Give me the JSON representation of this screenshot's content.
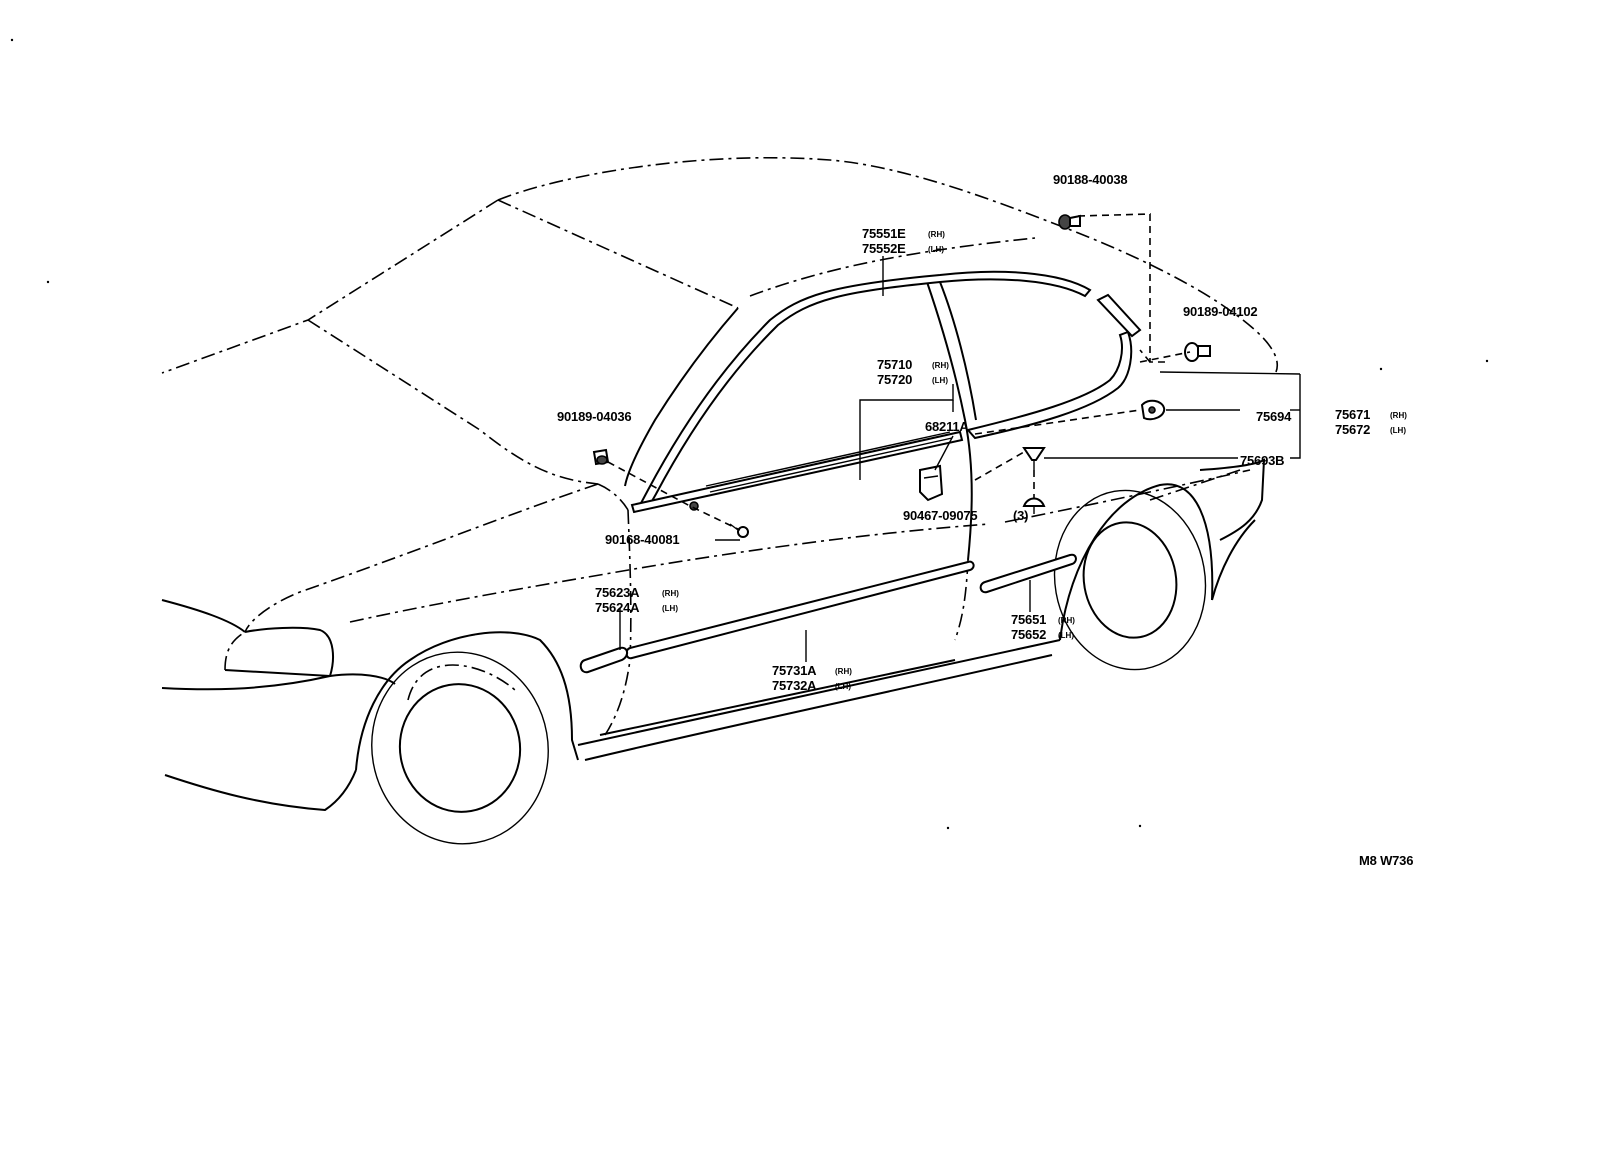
{
  "callouts": {
    "p_90188_40038": "90188-40038",
    "p_75551e": "75551E",
    "p_75552e": "75552E",
    "p_90189_04102": "90189-04102",
    "p_75710": "75710",
    "p_75720": "75720",
    "p_68211a": "68211A",
    "p_90189_04036": "90189-04036",
    "p_75694": "75694",
    "p_75671": "75671",
    "p_75672": "75672",
    "p_75693b": "75693B",
    "p_90467_09075": "90467-09075",
    "p_qty3": "(3)",
    "p_90168_40081": "90168-40081",
    "p_75623a": "75623A",
    "p_75624a": "75624A",
    "p_75651": "75651",
    "p_75652": "75652",
    "p_75731a": "75731A",
    "p_75732a": "75732A"
  },
  "sides": {
    "rh": "(RH)",
    "lh": "(LH)"
  },
  "figure_code": "M8 W736"
}
